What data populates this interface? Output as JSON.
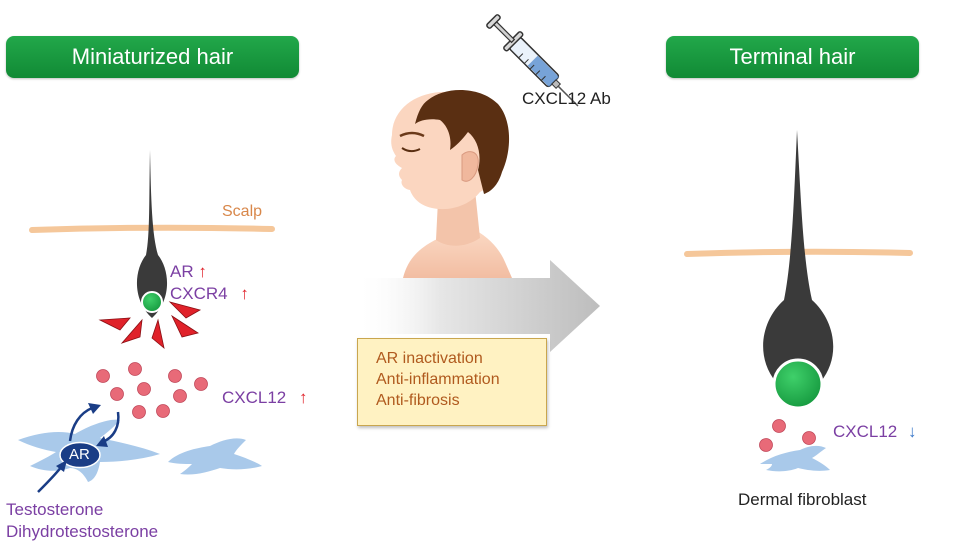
{
  "left_panel": {
    "title": "Miniaturized hair",
    "scalp_label": "Scalp",
    "ar_label": "AR",
    "ar_arrow": "↑",
    "cxcr4_label": "CXCR4",
    "cxcr4_arrow": "↑",
    "cxcl12_label": "CXCL12",
    "cxcl12_arrow": "↑",
    "receptor_label": "AR",
    "hormones": [
      "Testosterone",
      "Dihydrotestosterone"
    ]
  },
  "center": {
    "injection_label": "CXCL12 Ab",
    "effects": [
      "AR inactivation",
      "Anti-inflammation",
      "Anti-fibrosis"
    ]
  },
  "right_panel": {
    "title": "Terminal hair",
    "cxcl12_label": "CXCL12",
    "cxcl12_arrow": "↓",
    "fibroblast_label": "Dermal fibroblast"
  },
  "colors": {
    "banner_green": "#1a9a40",
    "purple_text": "#7b3fa3",
    "red_arrow": "#e0222a",
    "blue_arrow": "#3a78c9",
    "scalp_line": "#f5c79a",
    "follicle": "#3a3a3a",
    "papilla_green": "#1db04a",
    "cxcl12_dot": "#e86a78",
    "fibroblast_blue": "#a9c9ea"
  }
}
